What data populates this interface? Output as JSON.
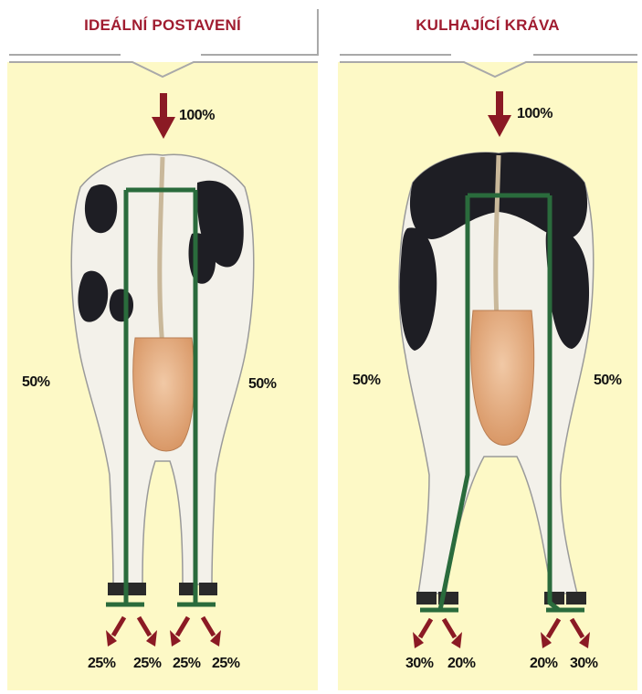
{
  "panels": [
    {
      "title": "IDEÁLNÍ POSTAVENÍ",
      "top_load": "100%",
      "side_left": "50%",
      "side_right": "50%",
      "hooves": [
        "25%",
        "25%",
        "25%",
        "25%"
      ]
    },
    {
      "title": "KULHAJÍCÍ KRÁVA",
      "top_load": "100%",
      "side_left": "50%",
      "side_right": "50%",
      "hooves": [
        "30%",
        "20%",
        "20%",
        "30%"
      ]
    }
  ],
  "colors": {
    "panel_bg": "#fdf9c6",
    "title_red": "#a01c30",
    "arrow_red": "#8b1a24",
    "frame_green": "#2a6b3c"
  }
}
